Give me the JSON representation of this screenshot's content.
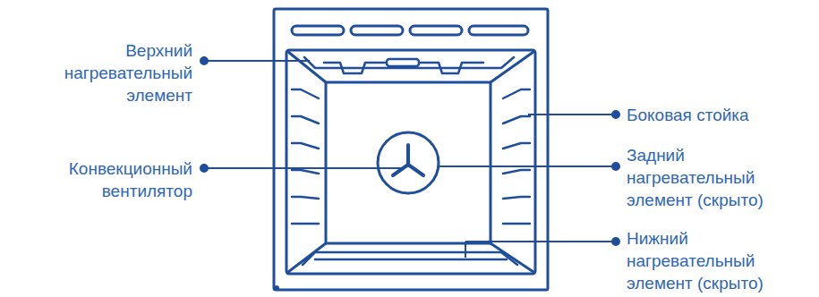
{
  "diagram": {
    "labels": [
      "Верхний нагревательный элемент",
      "Боковая стойка",
      "Конвекционный вентилятор",
      "Задний нагревательный элемент (скрыто)",
      "Нижний нагревательный элемент (скрыто)"
    ]
  }
}
